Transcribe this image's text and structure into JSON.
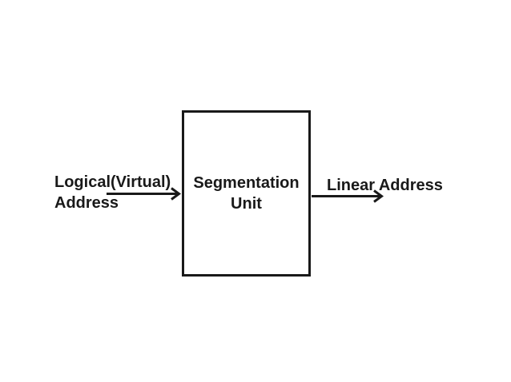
{
  "diagram": {
    "background_color": "#ffffff",
    "line_color": "#191919",
    "box": {
      "label_line1": "Segmentation",
      "label_line2": "Unit"
    },
    "input_label": {
      "line1": "Logical(Virtual)",
      "line2": "Address"
    },
    "output_label": "Linear Address"
  }
}
